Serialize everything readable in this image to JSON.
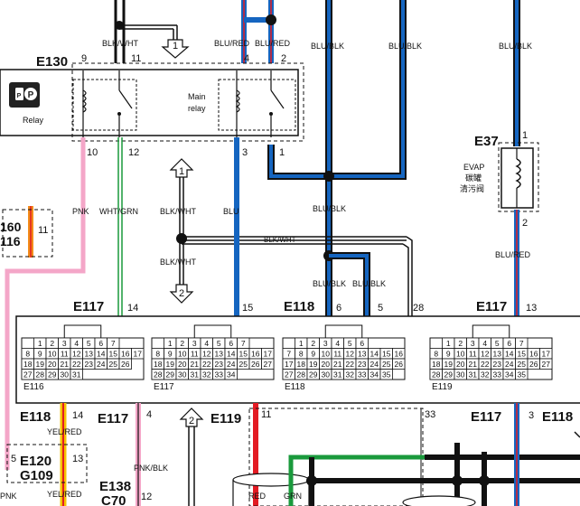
{
  "connectors": {
    "e130": "E130",
    "e37": "E37",
    "e117_a": "E117",
    "e118_a": "E118",
    "e117_b": "E117",
    "e118_b": "E118",
    "e117_c": "E117",
    "e119": "E119",
    "e117_d": "E117",
    "e118_c": "E118",
    "e120": "E120",
    "g109": "G109",
    "e138": "E138",
    "c70": "C70",
    "e160": "160",
    "e116_side": "116"
  },
  "wires": {
    "blk_wht_top": "BLK/WHT",
    "blu_red_1": "BLU/RED",
    "blu_red_2": "BLU/RED",
    "blu_blk_top_1": "BLU/BLK",
    "blu_blk_top_2": "BLU/BLK",
    "blu_blk_top_3": "BLU/BLK",
    "pnk": "PNK",
    "wht_grn": "WHT/GRN",
    "blk_wht_mid_1": "BLK/WHT",
    "blk_wht_mid_2": "BLK/WHT",
    "blk_wht_h": "BLK/WHT",
    "blu": "BLU",
    "blu_blk_mid": "BLU/BLK",
    "blu_blk_low_1": "BLU/BLK",
    "blu_blk_low_2": "BLU/BLK",
    "blu_red_evap": "BLU/RED",
    "yel_red_1": "YEL/RED",
    "yel_red_2": "YEL/RED",
    "pnk_blk": "PNK/BLK",
    "red": "RED",
    "grn": "GRN",
    "pnk_bottom": "PNK"
  },
  "pins": {
    "p9": "9",
    "p11": "11",
    "p4": "4",
    "p2": "2",
    "p10": "10",
    "p12": "12",
    "p3": "3",
    "p1": "1",
    "evap_1": "1",
    "evap_2": "2",
    "e117_14": "14",
    "e117_15": "15",
    "e118_6": "6",
    "e118_5": "5",
    "e118_28": "28",
    "e117_13": "13",
    "yel_14": "14",
    "yel_13": "13",
    "pnk_4": "4",
    "red_11": "11",
    "p33": "33",
    "blu_3": "3",
    "side_11": "11",
    "left_5": "5",
    "bottom_12": "12"
  },
  "labels": {
    "relay": "Relay",
    "main_relay_1": "Main",
    "main_relay_2": "relay",
    "evap": "EVAP",
    "evap_cn1": "碳罐",
    "evap_cn2": "清污阀"
  },
  "references": {
    "ref_1": "1",
    "ref_2": "2",
    "ref_2b": "2"
  },
  "ecm_blocks": {
    "e116_label": "E116",
    "e117_label": "E117",
    "e118_label": "E118",
    "e119_label": "E119",
    "e116_rows": [
      [
        "1",
        "2",
        "3",
        "4",
        "5",
        "6",
        "7"
      ],
      [
        "8",
        "9",
        "10",
        "11",
        "12",
        "13",
        "14",
        "15",
        "16",
        "17"
      ],
      [
        "18",
        "19",
        "20",
        "21",
        "22",
        "23",
        "24",
        "25",
        "26"
      ],
      [
        "27",
        "28",
        "29",
        "30",
        "31"
      ]
    ],
    "e117_rows": [
      [
        "1",
        "2",
        "3",
        "4",
        "5",
        "6",
        "7"
      ],
      [
        "8",
        "9",
        "10",
        "11",
        "12",
        "13",
        "14",
        "15",
        "16",
        "17"
      ],
      [
        "18",
        "19",
        "20",
        "21",
        "22",
        "23",
        "24",
        "25",
        "26",
        "27"
      ],
      [
        "28",
        "29",
        "30",
        "31",
        "32",
        "33",
        "34"
      ]
    ],
    "e118_rows": [
      [
        "1",
        "2",
        "3",
        "4",
        "5",
        "6"
      ],
      [
        "7",
        "8",
        "9",
        "10",
        "11",
        "12",
        "13",
        "14",
        "15",
        "16"
      ],
      [
        "17",
        "18",
        "19",
        "20",
        "21",
        "22",
        "23",
        "24",
        "25",
        "26"
      ],
      [
        "27",
        "28",
        "29",
        "30",
        "31",
        "32",
        "33",
        "34",
        "35"
      ]
    ],
    "e119_rows": [
      [
        "1",
        "2",
        "3",
        "4",
        "5",
        "6",
        "7"
      ],
      [
        "8",
        "9",
        "10",
        "11",
        "12",
        "13",
        "14",
        "15",
        "16",
        "17"
      ],
      [
        "18",
        "19",
        "20",
        "21",
        "22",
        "23",
        "24",
        "25",
        "26",
        "27"
      ],
      [
        "28",
        "29",
        "30",
        "31",
        "32",
        "33",
        "34",
        "35"
      ]
    ]
  },
  "colors": {
    "blu": "#1565c0",
    "blk": "#111111",
    "red": "#e31b23",
    "pnk": "#f4a6c8",
    "grn": "#1a9a3c",
    "yel": "#f6c200",
    "orange": "#f28c1a"
  }
}
